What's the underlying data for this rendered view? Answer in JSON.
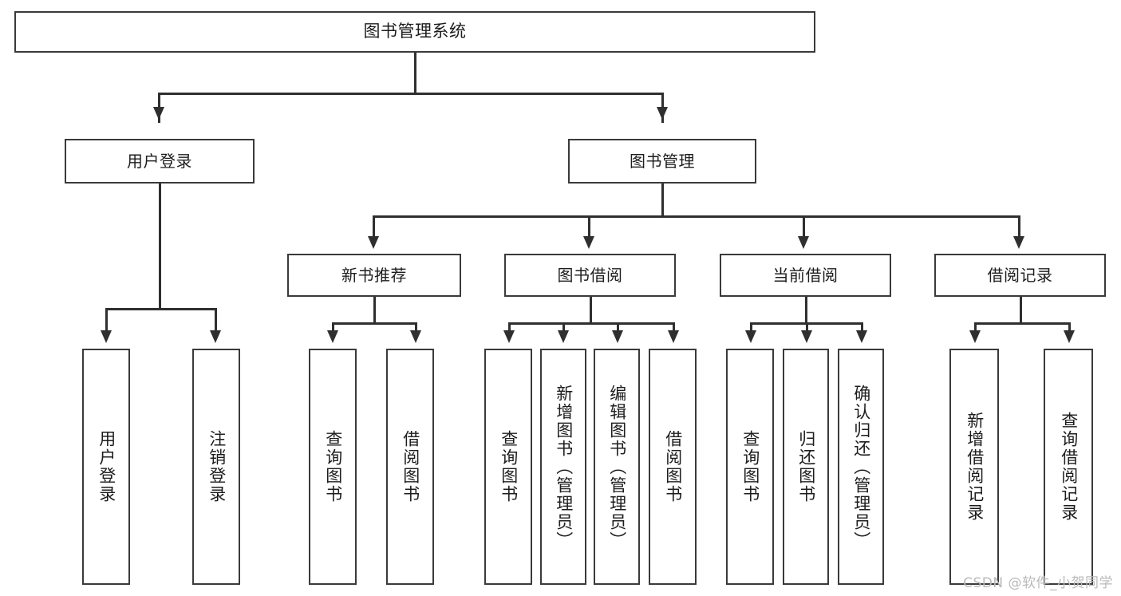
{
  "diagram": {
    "title": "图书管理系统",
    "type": "tree",
    "watermark": "CSDN @软件_小贺同学",
    "colors": {
      "box_border": "#3a3a3a",
      "connector": "#2f2f2f",
      "background": "#ffffff",
      "text": "#1d1d1d",
      "watermark": "#b9b9b9"
    },
    "nodes": {
      "root": "图书管理系统",
      "level2": [
        "用户登录",
        "图书管理"
      ],
      "level3": [
        "新书推荐",
        "图书借阅",
        "当前借阅",
        "借阅记录"
      ],
      "leaves": {
        "user_login": [
          "用户登录",
          "注销登录"
        ],
        "new_book_recommend": [
          "查询图书",
          "借阅图书"
        ],
        "book_borrow": [
          "查询图书",
          "新增图书（管理员）",
          "编辑图书（管理员）",
          "借阅图书"
        ],
        "current_borrow": [
          "查询图书",
          "归还图书",
          "确认归还（管理员）"
        ],
        "borrow_record": [
          "新增借阅记录",
          "查询借阅记录"
        ]
      }
    }
  }
}
